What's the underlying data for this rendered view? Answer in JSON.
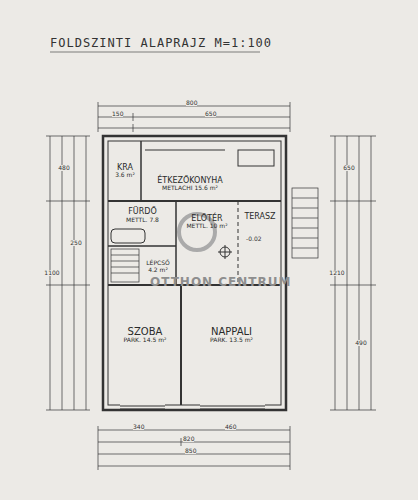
{
  "diagram": {
    "title": "FOLDSZINTI ALAPRAJZ M=1:100",
    "nodes": [
      {
        "text": [
          "KRA",
          "3.6 m²"
        ]
      },
      {
        "text": [
          "ÉTKEZŐKONYHA",
          "METLACHI 15.6 m²"
        ]
      },
      {
        "text": [
          "FÜRDŐ",
          "METTL. 7.8"
        ]
      },
      {
        "text": [
          "ELŐTÉR",
          "METTL. 10 m²"
        ]
      },
      {
        "text": [
          "TERASZ"
        ]
      },
      {
        "text": [
          "LÉPCSŐ",
          "4.2 m²"
        ]
      },
      {
        "text": [
          "SZOBA",
          "PARK. 14.5 m²"
        ]
      },
      {
        "text": [
          "NAPPALI",
          "PARK. 13.5 m²"
        ]
      }
    ],
    "labels": [
      "800",
      "650",
      "150",
      "-0.02",
      "340",
      "460",
      "820",
      "850",
      "1100",
      "480",
      "250",
      "1210",
      "650",
      "490",
      "OTTHON CENTRUM"
    ]
  }
}
